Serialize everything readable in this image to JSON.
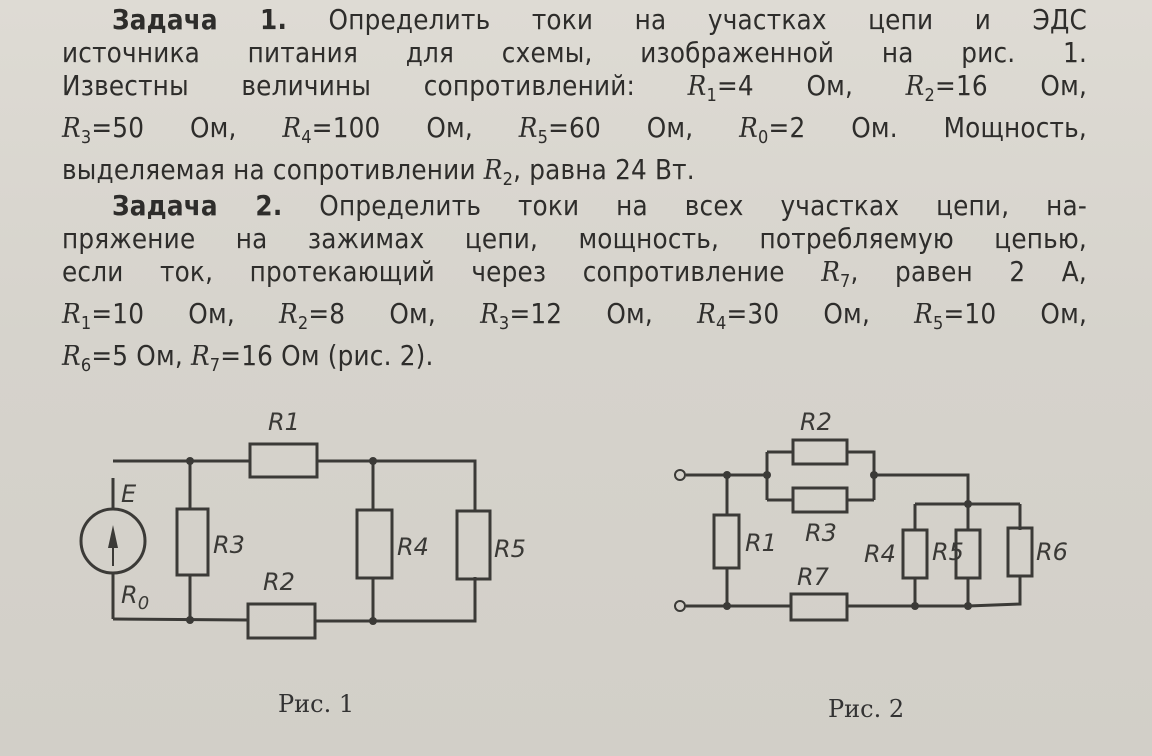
{
  "task1": {
    "title": "Задача 1.",
    "lines": [
      [
        "Определить токи на участках цепи и ЭДС"
      ],
      [
        "источника питания для схемы, изображенной на рис. 1."
      ],
      [
        "Известны величины сопротивлений: "
      ],
      [
        ""
      ],
      [
        "выделяемая на сопротивлении "
      ]
    ],
    "values": {
      "R1": "4 Ом",
      "R2": "16 Ом",
      "R3": "50 Ом",
      "R4": "100 Ом",
      "R5": "60 Ом",
      "R0": "2 Ом",
      "power_R2": "24 Вт"
    },
    "text_tail_line4": ". Мощность,",
    "text_tail_line5": ", равна 24 Вт."
  },
  "task2": {
    "title": "Задача 2.",
    "line1": "Определить токи на всех участках цепи, на-",
    "line2": "пряжение на зажимах цепи, мощность, потребляемую цепью,",
    "line3_pre": "если ток, протекающий через сопротивление ",
    "line3_post": ", равен 2 А,",
    "values": {
      "R1": "10 Ом",
      "R2": "8 Ом",
      "R3": "12 Ом",
      "R4": "30 Ом",
      "R5": "10 Ом",
      "R6": "5 Ом",
      "R7": "16 Ом",
      "I_R7": "2 А"
    },
    "line6_tail": " (рис. 2)."
  },
  "figure1": {
    "caption": "Рис. 1",
    "labels": {
      "R1": "R1",
      "R2": "R2",
      "R3": "R3",
      "R4": "R4",
      "R5": "R5",
      "E": "E",
      "R0": "R",
      "R0_sub": "0"
    }
  },
  "figure2": {
    "caption": "Рис. 2",
    "labels": {
      "R1": "R1",
      "R2": "R2",
      "R3": "R3",
      "R4": "R4",
      "R5": "R5",
      "R6": "R6",
      "R7": "R7"
    }
  },
  "symbols": {
    "R": "R",
    "eq": "=",
    "comma": ", "
  }
}
